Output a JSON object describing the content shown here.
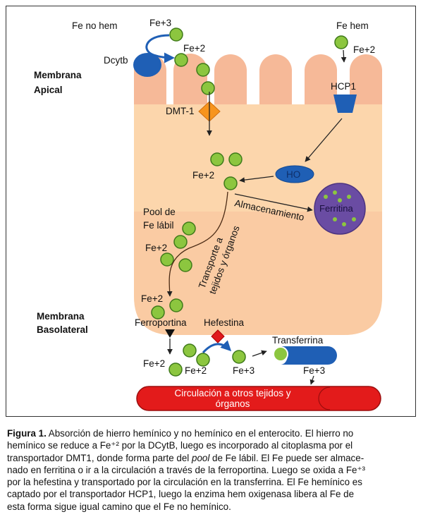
{
  "diagram": {
    "labels": {
      "fe_no_hem": "Fe no hem",
      "fe_hem": "Fe hem",
      "fe3_top": "Fe+3",
      "fe2_top_left": "Fe+2",
      "fe2_top_right": "Fe+2",
      "dcytb": "Dcytb",
      "dmt1": "DMT-1",
      "hcp1": "HCP1",
      "membrana_apical_1": "Membrana",
      "membrana_apical_2": "Apical",
      "membrana_baso_1": "Membrana",
      "membrana_baso_2": "Basolateral",
      "fe2_center": "Fe+2",
      "ho": "HO",
      "ferritina": "Ferritina",
      "almacenamiento": "Almacenamiento",
      "pool_1": "Pool de",
      "pool_2": "Fe lábil",
      "fe2_pool": "Fe+2",
      "transporte_1": "Transporte a",
      "transporte_2": "tejidos y órganos",
      "fe2_bottom_cell": "Fe+2",
      "ferroportina": "Ferroportina",
      "hefestina": "Hefestina",
      "fe2_out_1": "Fe+2",
      "fe2_out_2": "Fe+2",
      "fe3_out": "Fe+3",
      "transferrina": "Transferrina",
      "fe3_transferrina": "Fe+3",
      "circulacion_1": "Circulación a otros tejidos y",
      "circulacion_2": "órganos"
    },
    "colors": {
      "microvilli": "#f6b998",
      "cytoplasm": "#fcd6ac",
      "iron": "#8cc63f",
      "iron_stroke": "#3f7a1a",
      "blue": "#1f5fb5",
      "dmt1": "#f7941d",
      "hefestina": "#e0191d",
      "ferritina": "#6a4ca3",
      "circulation": "#e31b1b"
    }
  },
  "caption": {
    "figure_label": "Figura 1.",
    "lines": [
      " Absorción de hierro hemínico y no hemínico en el enterocito. El hierro no",
      "hemínico se reduce a Fe⁺² por la DCytB, luego es incorporado al citoplasma por el",
      "transportador DMT1, donde forma parte del ",
      "pool",
      " de Fe lábil. El Fe puede ser almace-",
      "nado en ferritina o ir a la circulación a través de la ferroportina. Luego se oxida a Fe⁺³",
      "por la hefestina y transportado por la circulación en la transferrina. El Fe hemínico es",
      "captado por el transportador HCP1, luego la enzima hem oxigenasa libera al Fe de",
      "esta forma sigue igual camino que el Fe no hemínico."
    ]
  }
}
